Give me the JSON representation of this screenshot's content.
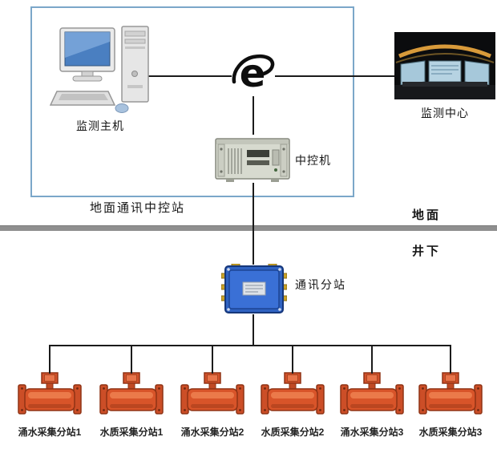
{
  "diagram": {
    "surface_station_label": "地面通讯中控站",
    "host_label": "监测主机",
    "center_label": "监测中心",
    "control_label": "中控机",
    "substation_label": "通讯分站",
    "surface_zone_label": "地面",
    "underground_zone_label": "井下",
    "devices": [
      {
        "label": "涌水采集分站1"
      },
      {
        "label": "水质采集分站1"
      },
      {
        "label": "涌水采集分站2"
      },
      {
        "label": "水质采集分站2"
      },
      {
        "label": "涌水采集分站3"
      },
      {
        "label": "水质采集分站3"
      }
    ],
    "icons": {
      "internet_icon": "internet-explorer-e-with-orbit"
    },
    "colors": {
      "surface_box_border": "#7ba7c9",
      "zone_divider": "#8f8f8f",
      "connector_line": "#1b1b1b",
      "device_body_orange": "#d85429",
      "substation_blue": "#2f62c1",
      "monitor_screen_blue": "#4a7fc1",
      "center_arc_amber": "#d89a3a"
    }
  }
}
